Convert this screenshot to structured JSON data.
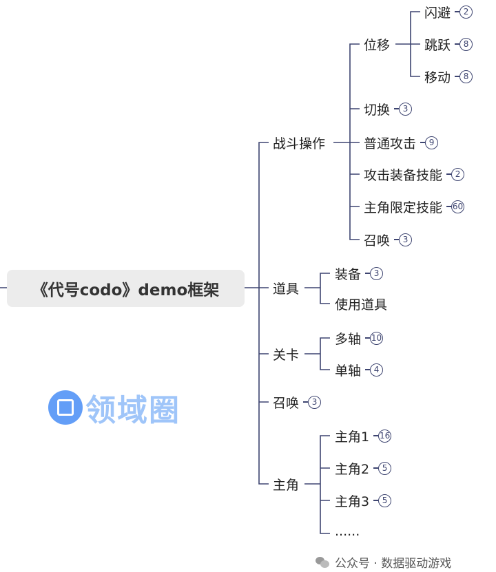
{
  "root": "《代号codo》demo框架",
  "branches": {
    "combat": {
      "label": "战斗操作",
      "children": {
        "move": {
          "label": "位移",
          "children": [
            {
              "label": "闪避",
              "count": "2"
            },
            {
              "label": "跳跃",
              "count": "8"
            },
            {
              "label": "移动",
              "count": "8"
            }
          ]
        },
        "switch": {
          "label": "切换",
          "count": "3"
        },
        "normal_attack": {
          "label": "普通攻击",
          "count": "9"
        },
        "equip_skill": {
          "label": "攻击装备技能",
          "count": "2"
        },
        "hero_skill": {
          "label": "主角限定技能",
          "count": "60"
        },
        "summon": {
          "label": "召唤",
          "count": "3"
        }
      }
    },
    "items": {
      "label": "道具",
      "children": [
        {
          "label": "装备",
          "count": "3"
        },
        {
          "label": "使用道具"
        }
      ]
    },
    "levels": {
      "label": "关卡",
      "children": [
        {
          "label": "多轴",
          "count": "10"
        },
        {
          "label": "单轴",
          "count": "4"
        }
      ]
    },
    "summon": {
      "label": "召唤",
      "count": "3"
    },
    "heroes": {
      "label": "主角",
      "children": [
        {
          "label": "主角1",
          "count": "16"
        },
        {
          "label": "主角2",
          "count": "5"
        },
        {
          "label": "主角3",
          "count": "5"
        },
        {
          "label": "......"
        }
      ]
    }
  },
  "watermark": "领域圈",
  "footer": "公众号 · 数据驱动游戏",
  "colors": {
    "line": "#3d4470",
    "root_bg": "#ececec",
    "watermark": "#2f7ef5"
  }
}
